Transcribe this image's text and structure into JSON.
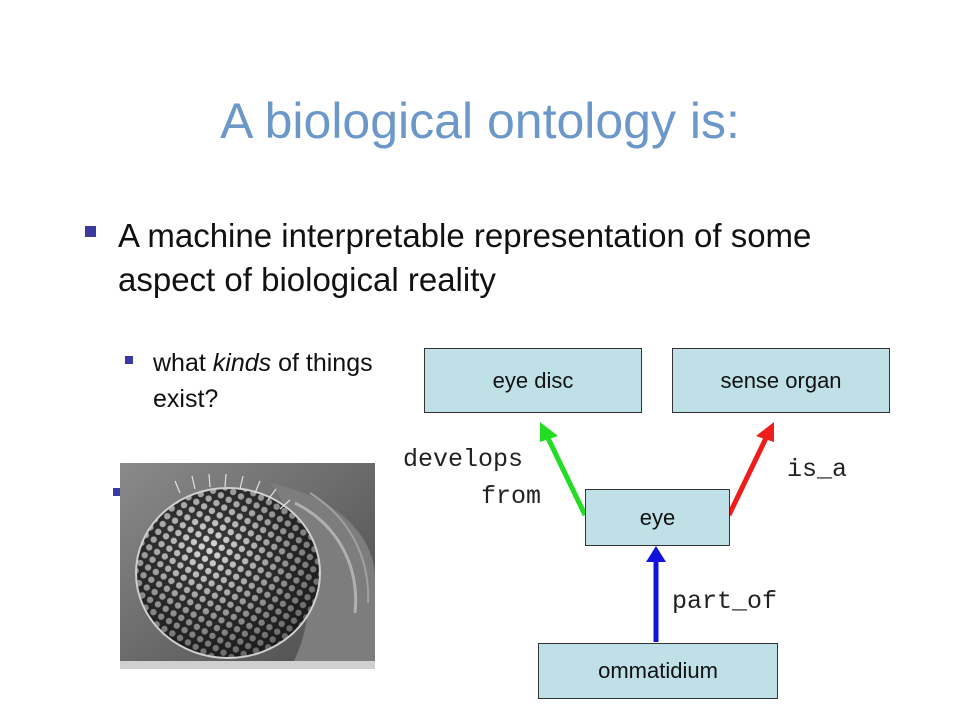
{
  "slide": {
    "title": "A biological ontology is:",
    "bullet": "A machine interpretable representation of some aspect of biological reality",
    "sub_bullet_parts": [
      "what ",
      "kinds",
      " of things exist?"
    ]
  },
  "figure": {
    "alt": "scanning electron micrograph of an insect compound eye"
  },
  "diagram": {
    "nodes": {
      "eye_disc": "eye disc",
      "sense_organ": "sense organ",
      "eye": "eye",
      "ommatidium": "ommatidium"
    },
    "relations": {
      "develops_from_1": "develops",
      "develops_from_2": "from",
      "is_a": "is_a",
      "part_of": "part_of"
    },
    "colors": {
      "develops_from": "#22dd22",
      "is_a": "#ee1c1c",
      "part_of": "#1212dd",
      "node_fill": "#bfe0e6",
      "title": "#6b97c9"
    }
  }
}
